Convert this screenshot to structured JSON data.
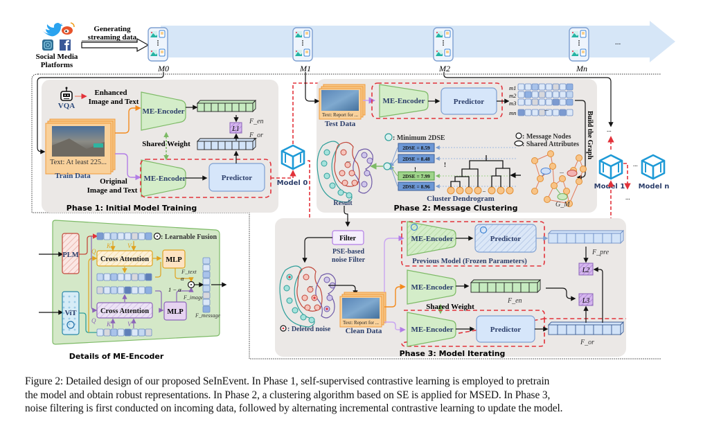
{
  "stream": {
    "source_label_1": "Social Media",
    "source_label_2": "Platforms",
    "arrow_label_1": "Generating",
    "arrow_label_2": "streaming data",
    "blocks": [
      "M0",
      "M1",
      "M2",
      "Mn"
    ],
    "ellipsis": "..."
  },
  "phase1": {
    "title": "Phase 1: Initial Model Training",
    "vqa": "VQA",
    "enhanced_1": "Enhanced",
    "enhanced_2": "Image and Text",
    "original_1": "Original",
    "original_2": "Image and Text",
    "train_text": "Text: At least 225...",
    "train_label": "Train Data",
    "encoder_top": "ME-Encoder",
    "encoder_bottom": "ME-Encoder",
    "predictor": "Predictor",
    "shared_weight": "Shared Weight",
    "f_en": "F_en",
    "f_or": "F_or",
    "loss": "L1"
  },
  "models": {
    "model0": "Model 0",
    "model1": "Model 1",
    "modeln": "Model n",
    "ellipsis": "..."
  },
  "phase2": {
    "title": "Phase 2: Message Clustering",
    "test_text": "Text: Report for ...",
    "test_label": "Test Data",
    "encoder": "ME-Encoder",
    "predictor": "Predictor",
    "message_rows": [
      "m1",
      "m2",
      "m3",
      "mn"
    ],
    "build_graph": "Build the Graph",
    "legend_min": ": Minimum 2DSE",
    "legend_nodes": ": Message Nodes",
    "legend_attrs": ": Shared Attributes",
    "dse_values": [
      "2DSE = 8.59",
      "2DSE = 8.48",
      "2DSE = 7.99",
      "2DSE = 8.96"
    ],
    "dendrogram_label": "Cluster Dendrogram",
    "result_label": "Result",
    "graph_label": "G_M"
  },
  "encoder_details": {
    "title": "Details of ME-Encoder",
    "plm": "PLM",
    "vit": "ViT",
    "cross_attention_top": "Cross Attention",
    "cross_attention_bottom": "Cross Attention",
    "mlp_top": "MLP",
    "mlp_bottom": "MLP",
    "fusion_legend": ": Learnable Fusion",
    "q": "Q",
    "k": "K",
    "v": "V",
    "alpha": "α",
    "one_minus_alpha": "1 − α",
    "f_text": "F_text",
    "f_image": "F_image",
    "f_message": "F_message"
  },
  "phase3": {
    "title": "Phase 3: Model Iterating",
    "filter": "Filter",
    "filter_desc_1": "PSE-based",
    "filter_desc_2": "noise Filter",
    "deleted_noise": ": Deleted noise",
    "clean_text": "Text: Report for ...",
    "clean_label": "Clean Data",
    "encoder_prev": "ME-Encoder",
    "predictor_prev": "Predictor",
    "previous_model": "Previous Model (Frozen Parameters)",
    "encoder_mid": "ME-Encoder",
    "encoder_bottom": "ME-Encoder",
    "predictor_bottom": "Predictor",
    "shared_weight": "Shared Weight",
    "f_pre": "F_pre",
    "f_en": "F_en",
    "f_or": "F_or",
    "loss2": "L2",
    "loss3": "L3"
  },
  "caption": {
    "line1": "Figure 2: Detailed design of our proposed SeInEvent. In Phase 1, self-supervised contrastive learning is employed to pretrain",
    "line2": "the model and obtain robust representations. In Phase 2, a clustering algorithm based on SE is applied for MSED. In Phase 3,",
    "line3": "noise filtering is first conducted on incoming data, followed by alternating incremental contrastive learning to update the model."
  },
  "colors": {
    "stream_band": "#d6e6f7",
    "phase_bg": "#ebe8e6",
    "encoder_green": "#d4edc9",
    "encoder_stroke": "#7dba66",
    "predictor_blue": "#d6e6fa",
    "predictor_stroke": "#7d9fd1",
    "red_dash": "#e2323a",
    "orange": "#f38a1d",
    "purple": "#b27de6",
    "loss_purple": "#c9a5e6",
    "model_cube": "#1e9ad6",
    "teal": "#2e9f9a",
    "brick": "#c2473a",
    "violet": "#6f5aa8"
  }
}
